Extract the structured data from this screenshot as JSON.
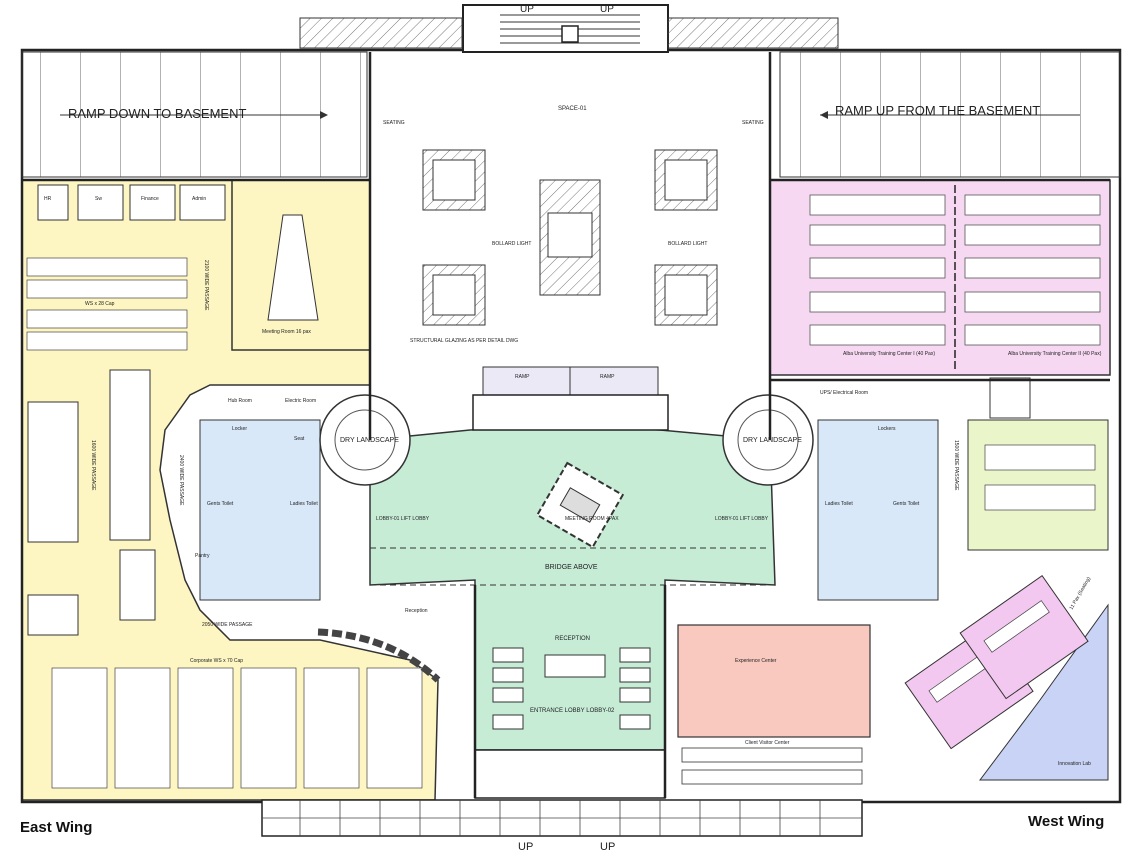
{
  "wings": {
    "east": "East Wing",
    "west": "West Wing"
  },
  "stairs": {
    "up_top_left": "UP",
    "up_top_right": "UP",
    "up_bottom_left": "UP",
    "up_bottom_right": "UP"
  },
  "ramps": {
    "down": "RAMP DOWN TO BASEMENT",
    "up": "RAMP UP FROM THE BASEMENT"
  },
  "open": {
    "space": "SPACE-01",
    "bollard_left": "BOLLARD LIGHT",
    "bollard_right": "BOLLARD LIGHT",
    "glazing": "STRUCTURAL GLAZING AS PER DETAIL DWG",
    "seating_left": "SEATING",
    "seating_right": "SEATING"
  },
  "center": {
    "dry_left": "DRY LANDSCAPE",
    "dry_right": "DRY LANDSCAPE",
    "lobby_left": "LOBBY-01 LIFT LOBBY",
    "lobby_right": "LOBBY-01 LIFT LOBBY",
    "meeting_pod": "MEETING ROOM 4PAX",
    "bridge": "BRIDGE ABOVE",
    "reception": "RECEPTION",
    "entrance": "ENTRANCE LOBBY LOBBY-02",
    "reception_side": "Reception",
    "ramp_left": "RAMP",
    "ramp_right": "RAMP",
    "hub_room": "Hub Room",
    "electric_room": "Electric Room",
    "ups": "UPS/ Electrical Room"
  },
  "east": {
    "meeting_room": "Meeting Room 16 pax",
    "passage_mid": "1600 WIDE PASSAGE",
    "passage_top": "2100 WIDE PASSAGE",
    "passage_curve": "2400 WIDE PASSAGE",
    "west_passage": "2050 WIDE PASSAGE",
    "corporate": "Corporate WS x 70 Cap",
    "ws_cap": "WS x 28 Cap",
    "cabins": [
      "HR",
      "Sw",
      "Finance",
      "Admin"
    ],
    "pantry": "Pantry"
  },
  "west": {
    "training_left": "Alba University Training Center I (40 Pax)",
    "training_right": "Alba University Training Center II (40 Pax)",
    "experience": "Experience Center",
    "client_visitor": "Client Visitor Center",
    "innovation": "Innovation Lab",
    "passage": "1500 WIDE PASSAGE",
    "pod_seating": "11 Pax (Seating)"
  },
  "toilets": {
    "gents_left": "Gents Toilet",
    "ladies_left": "Ladies Toilet",
    "gents_right": "Gents Toilet",
    "ladies_right": "Ladies Toilet",
    "locker": "Locker",
    "lockers": "Lockers",
    "seat": "Seat"
  },
  "colors": {
    "east_wing": "#fdf6c3",
    "west_training": "#f6d8f2",
    "central_lobby": "#c6ecd6",
    "experience": "#f9c9c0",
    "toilets": "#d8e8f8",
    "innovation": "#c9d3f5",
    "west_work": "#eaf5c9"
  }
}
